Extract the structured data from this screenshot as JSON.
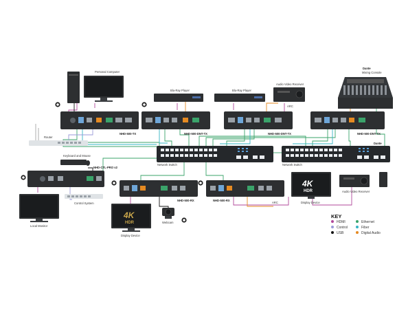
{
  "devices": {
    "personal_computer": "Personal Computer",
    "bluray_1": "Blu-Ray Player",
    "bluray_2": "Blu-Ray Player",
    "avr_top": "Audio Video Receiver",
    "arc_top": "ARC",
    "mixing_console_brand": "Dante",
    "mixing_console": "Mixing Console",
    "tx_1": "NHD-500-TX",
    "tx_2": "NHD-500-DNT-TX",
    "tx_3": "NHD-500-DNT-TX",
    "tx_4": "NHD-500-DNT-TX",
    "router": "Router",
    "keyboard_mouse": "Keyboard and Mouse",
    "ctl_pro": "NHD-CTL-PRO v2",
    "network_switch_1": "Network Switch",
    "network_switch_2": "Network Switch",
    "dante_switch_brand": "Dante",
    "control_system": "Control System",
    "local_monitor": "Local Monitor",
    "rx_1": "NHD-500-RX",
    "rx_2": "NHD-500-RX",
    "arc_bottom": "ARC",
    "display_device_1": "Display Device",
    "display_device_2": "Display Device",
    "avr_bottom": "Audio Video Receiver",
    "webcam": "Webcam",
    "badge_4k": "4K",
    "badge_hdr": "HDR"
  },
  "key": {
    "title": "KEY",
    "items": [
      {
        "label": "HDMI",
        "color": "#b0479a"
      },
      {
        "label": "Control",
        "color": "#9a9ad8"
      },
      {
        "label": "USB",
        "color": "#111111"
      },
      {
        "label": "Ethernet",
        "color": "#3aa36a"
      },
      {
        "label": "Fiber",
        "color": "#35b4c4"
      },
      {
        "label": "Digital Audio",
        "color": "#e58a22"
      }
    ]
  },
  "colors": {
    "hdmi": "#b0479a",
    "control": "#9a9ad8",
    "usb": "#111111",
    "ethernet": "#3aa36a",
    "fiber": "#35b4c4",
    "audio": "#e58a22"
  }
}
